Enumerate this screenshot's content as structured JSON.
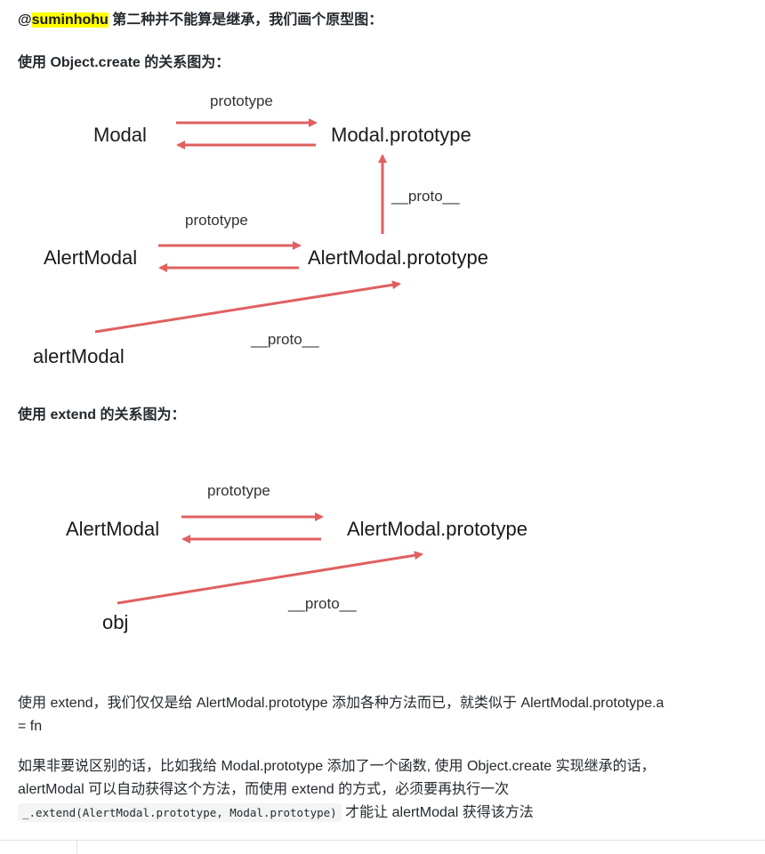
{
  "comment": {
    "mention": "@",
    "mention_user": "suminhohu",
    "intro": "第二种并不能算是继承，我们画个原型图：",
    "section1_title": "使用 Object.create 的关系图为：",
    "section2_title": "使用 extend 的关系图为：",
    "para1": "使用 extend，我们仅仅是给 AlertModal.prototype 添加各种方法而已，就类似于 AlertModal.prototype.a",
    "para1_cont": "= fn",
    "para2_line1": "如果非要说区别的话，比如我给 Modal.prototype 添加了一个函数, 使用 Object.create 实现继承的话，",
    "para2_line2": "alertModal 可以自动获得这个方法，而使用 extend 的方式，必须要再执行一次",
    "para2_code": "_.extend(AlertModal.prototype, Modal.prototype)",
    "para2_tail": "才能让 alertModal 获得该方法"
  },
  "diagram1": {
    "nodes": {
      "modal": "Modal",
      "modal_prototype": "Modal.prototype",
      "alertmodal": "AlertModal",
      "alertmodal_prototype": "AlertModal.prototype",
      "alertmodal_instance": "alertModal"
    },
    "edges": {
      "modal_prototype_label": "prototype",
      "alert_proto_to_modal_proto_label": "__proto__",
      "alertmodal_prototype_label": "prototype",
      "instance_proto_label": "__proto__"
    }
  },
  "diagram2": {
    "nodes": {
      "alertmodal": "AlertModal",
      "alertmodal_prototype": "AlertModal.prototype",
      "obj": "obj"
    },
    "edges": {
      "prototype_label": "prototype",
      "proto_label": "__proto__"
    }
  },
  "colors": {
    "arrow": "#e06060",
    "highlight": "#ffff00"
  }
}
